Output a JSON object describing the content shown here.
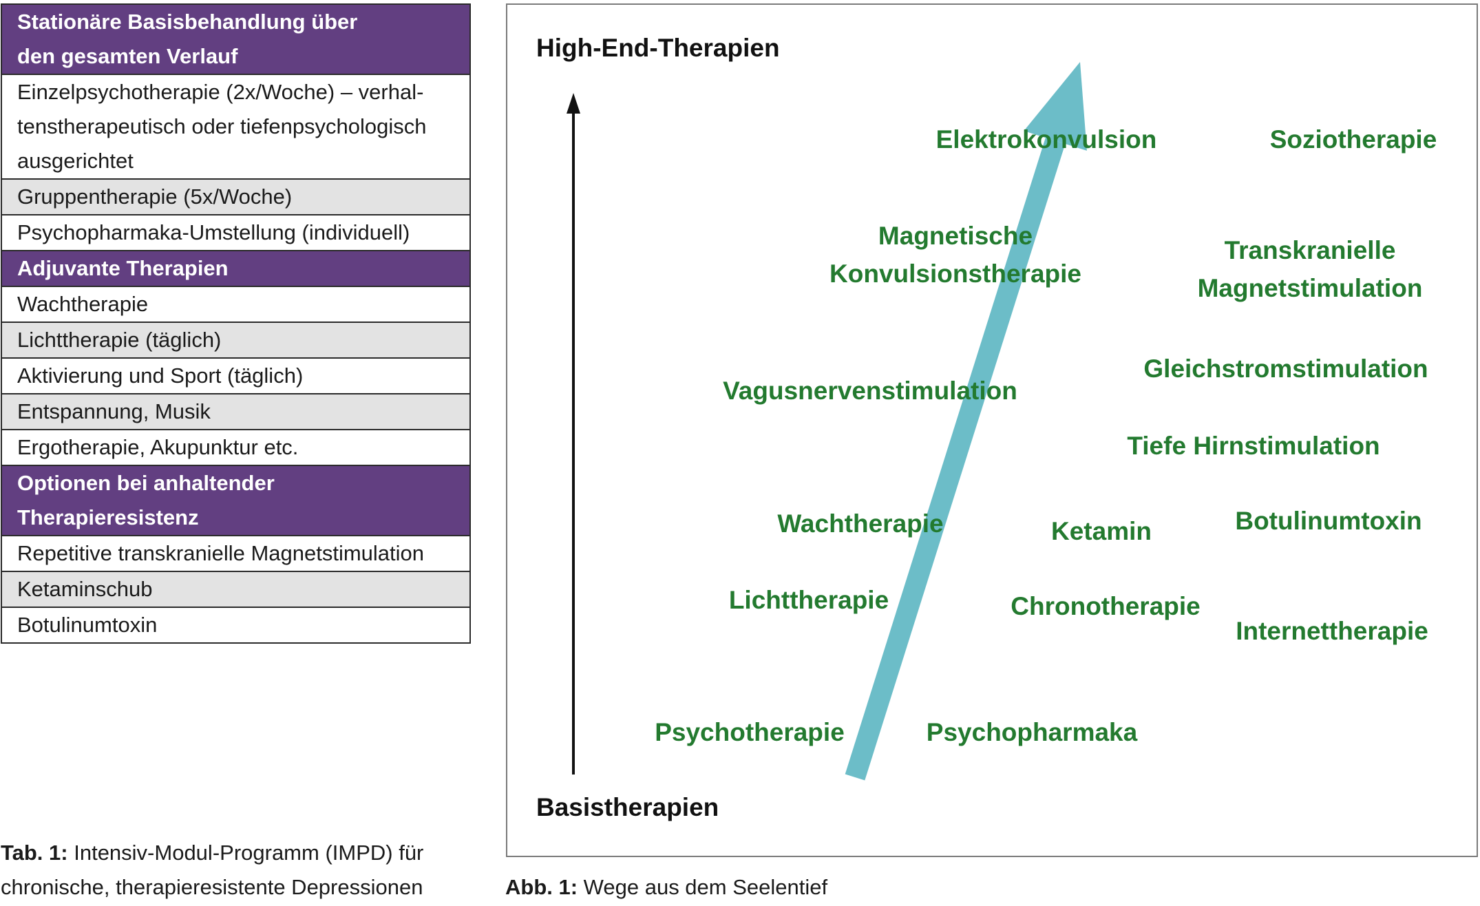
{
  "table": {
    "sections": [
      {
        "header": [
          "Stationäre Basisbehandlung über",
          "den gesamten Verlauf"
        ],
        "rows": [
          [
            "Einzelpsychotherapie (2x/Woche) – verhal-",
            "tenstherapeutisch oder tiefenpsychologisch",
            "ausgerichtet"
          ],
          [
            "Gruppentherapie (5x/Woche)"
          ],
          [
            "Psychopharmaka-Umstellung (individuell)"
          ]
        ]
      },
      {
        "header": [
          "Adjuvante Therapien"
        ],
        "rows": [
          [
            "Wachtherapie"
          ],
          [
            "Lichttherapie (täglich)"
          ],
          [
            "Aktivierung und Sport (täglich)"
          ],
          [
            "Entspannung, Musik"
          ],
          [
            "Ergotherapie, Akupunktur etc."
          ]
        ]
      },
      {
        "header": [
          "Optionen bei anhaltender",
          "Therapieresistenz"
        ],
        "rows": [
          [
            "Repetitive transkranielle Magnetstimulation"
          ],
          [
            "Ketaminschub"
          ],
          [
            "Botulinumtoxin"
          ]
        ]
      }
    ],
    "caption": {
      "label": "Tab. 1:",
      "lines": [
        " Intensiv-Modul-Programm (IMPD) für",
        "chronische, therapieresistente Depressionen"
      ]
    }
  },
  "figure": {
    "top_label": "High-End-Therapien",
    "bottom_label": "Basistherapien",
    "therapies": {
      "elektrokonvulsion": [
        "Elektrokonvulsion"
      ],
      "soziotherapie": [
        "Soziotherapie"
      ],
      "magnetische_konvulsion": [
        "Magnetische",
        "Konvulsionstherapie"
      ],
      "transkranielle": [
        "Transkranielle",
        "Magnetstimulation"
      ],
      "gleichstrom": [
        "Gleichstromstimulation"
      ],
      "vagusnerv": [
        "Vagusnervenstimulation"
      ],
      "tiefe_hirn": [
        "Tiefe Hirnstimulation"
      ],
      "wachtherapie": [
        "Wachtherapie"
      ],
      "ketamin": [
        "Ketamin"
      ],
      "botulinum": [
        "Botulinumtoxin"
      ],
      "lichttherapie": [
        "Lichttherapie"
      ],
      "chronotherapie": [
        "Chronotherapie"
      ],
      "internettherapie": [
        "Internettherapie"
      ],
      "psychotherapie": [
        "Psychotherapie"
      ],
      "psychopharmaka": [
        "Psychopharmaka"
      ]
    },
    "colors": {
      "text_green": "#237a2f",
      "arrow_teal": "#6cbdc8",
      "header_purple": "#623f81"
    },
    "caption": {
      "label": "Abb. 1:",
      "text": " Wege aus dem Seelentief"
    }
  }
}
